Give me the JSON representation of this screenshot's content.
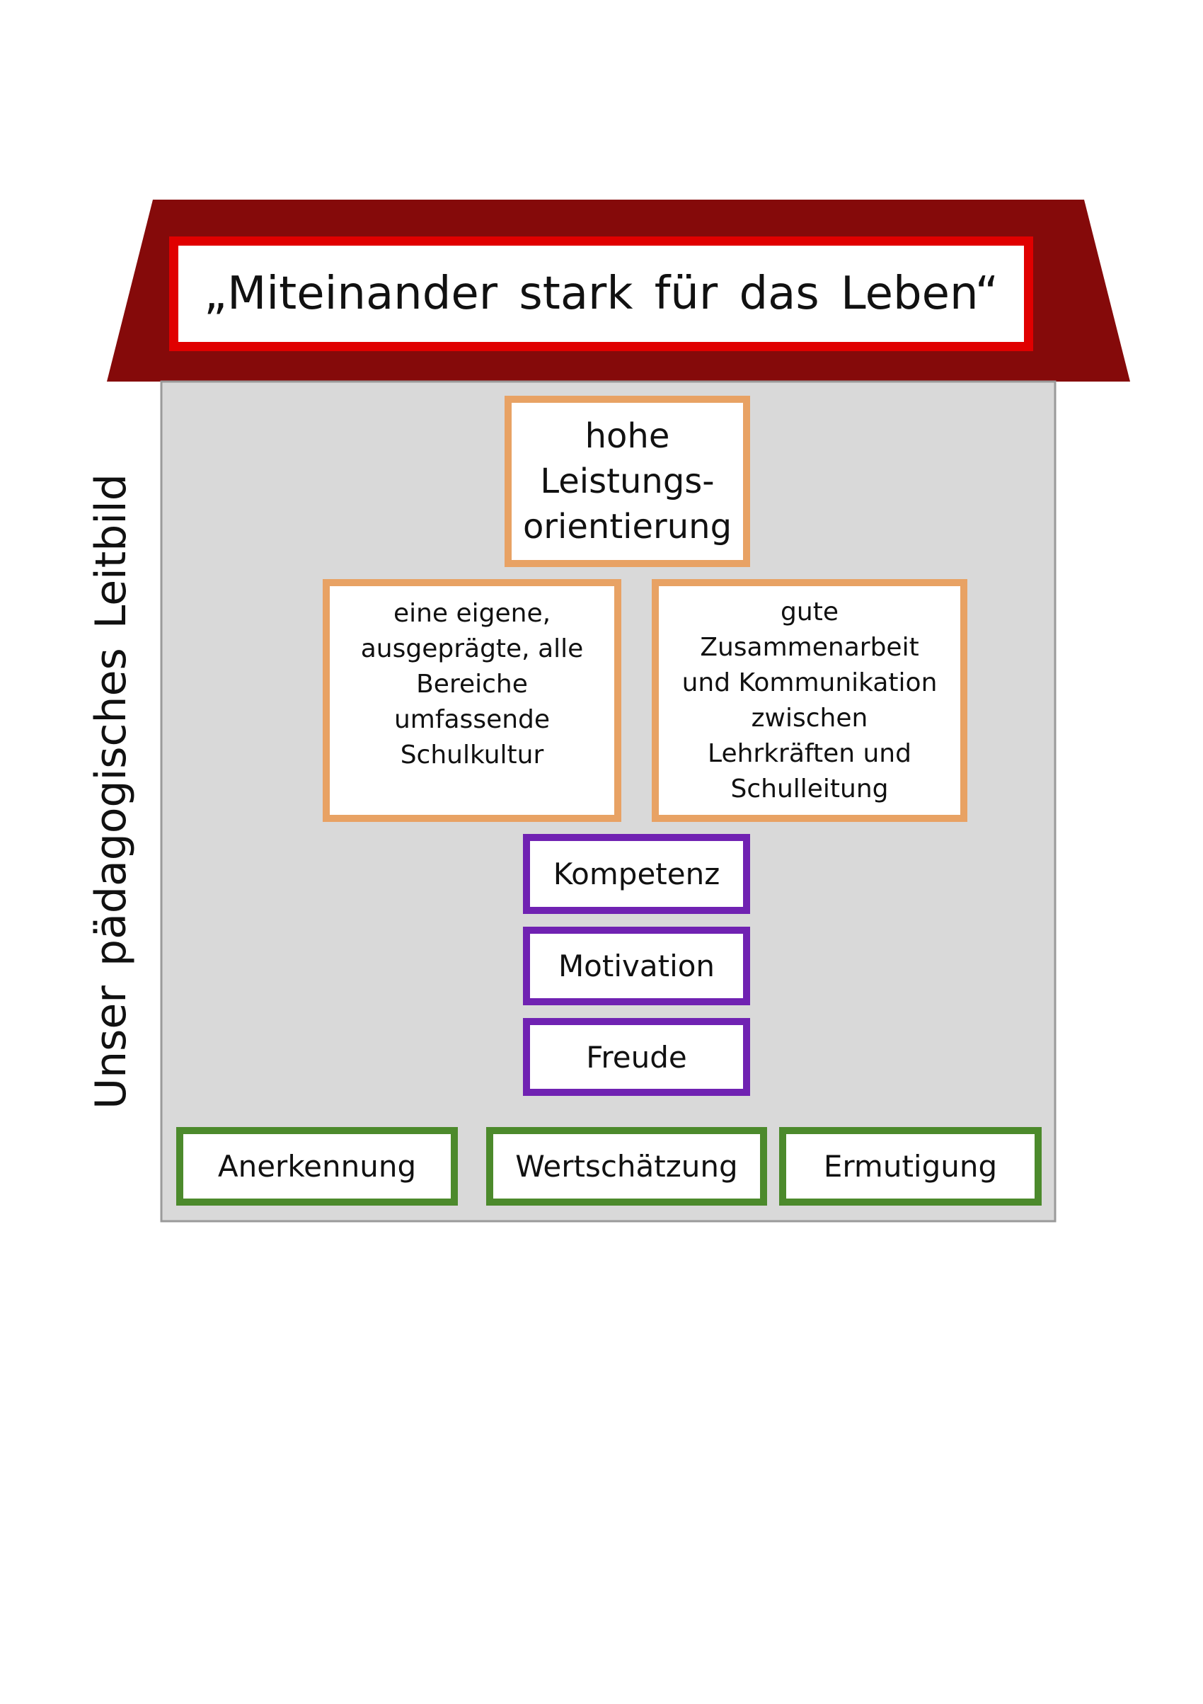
{
  "title": "„Miteinander stark für das Leben“",
  "side_label": "Unser pädagogisches Leitbild",
  "orange_boxes": {
    "top": [
      "hohe",
      "Leistungs-",
      "orientierung"
    ],
    "left": [
      "eine eigene,",
      "ausgeprägte, alle",
      "Bereiche",
      "umfassende",
      "Schulkultur"
    ],
    "right": [
      "gute",
      "Zusammenarbeit",
      "und Kommunikation",
      "zwischen",
      "Lehrkräften und",
      "Schulleitung"
    ]
  },
  "purple_boxes": [
    "Kompetenz",
    "Motivation",
    "Freude"
  ],
  "green_boxes": [
    "Anerkennung",
    "Wertschätzung",
    "Ermutigung"
  ],
  "colors": {
    "roof": "#850a0a",
    "title_border": "#e00000",
    "orange": "#e8a264",
    "purple": "#7022b2",
    "green": "#4c8a2c",
    "wall": "#d9d9d9"
  }
}
